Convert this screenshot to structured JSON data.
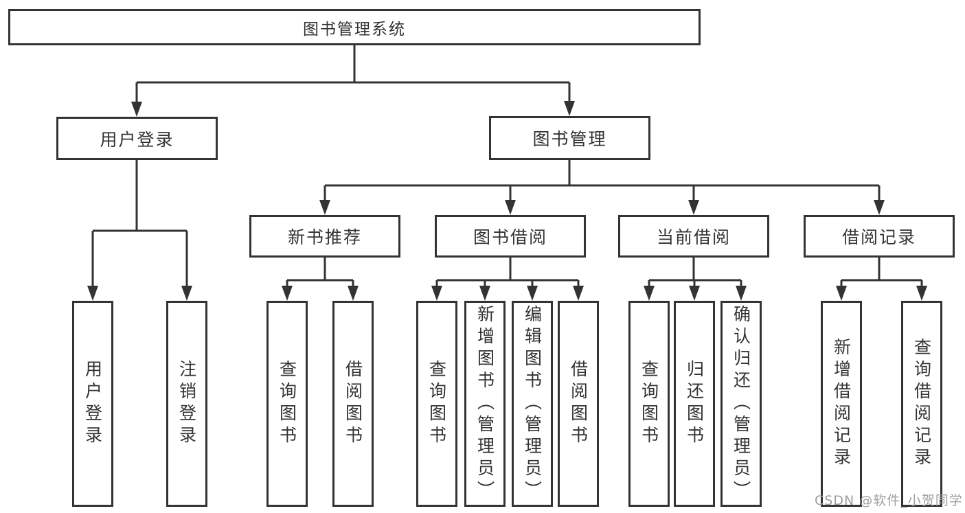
{
  "tree": {
    "root": {
      "label": "图书管理系统"
    },
    "children": [
      {
        "label": "用户登录",
        "children": [
          {
            "label": "用户登录"
          },
          {
            "label": "注销登录"
          }
        ]
      },
      {
        "label": "图书管理",
        "children": [
          {
            "label": "新书推荐",
            "children": [
              {
                "label": "查询图书"
              },
              {
                "label": "借阅图书"
              }
            ]
          },
          {
            "label": "图书借阅",
            "children": [
              {
                "label": "查询图书"
              },
              {
                "label": "新增图书（管理员）"
              },
              {
                "label": "编辑图书（管理员）"
              },
              {
                "label": "借阅图书"
              }
            ]
          },
          {
            "label": "当前借阅",
            "children": [
              {
                "label": "查询图书"
              },
              {
                "label": "归还图书"
              },
              {
                "label": "确认归还（管理员）"
              }
            ]
          },
          {
            "label": "借阅记录",
            "children": [
              {
                "label": "新增借阅记录"
              },
              {
                "label": "查询借阅记录"
              }
            ]
          }
        ]
      }
    ]
  },
  "watermark": {
    "text": "CSDN @软件_小贺同学"
  },
  "colors": {
    "line": "#333333",
    "text": "#333333",
    "box_fill": "#ffffff",
    "background": "#ffffff",
    "watermark": "#9e9e9e"
  }
}
